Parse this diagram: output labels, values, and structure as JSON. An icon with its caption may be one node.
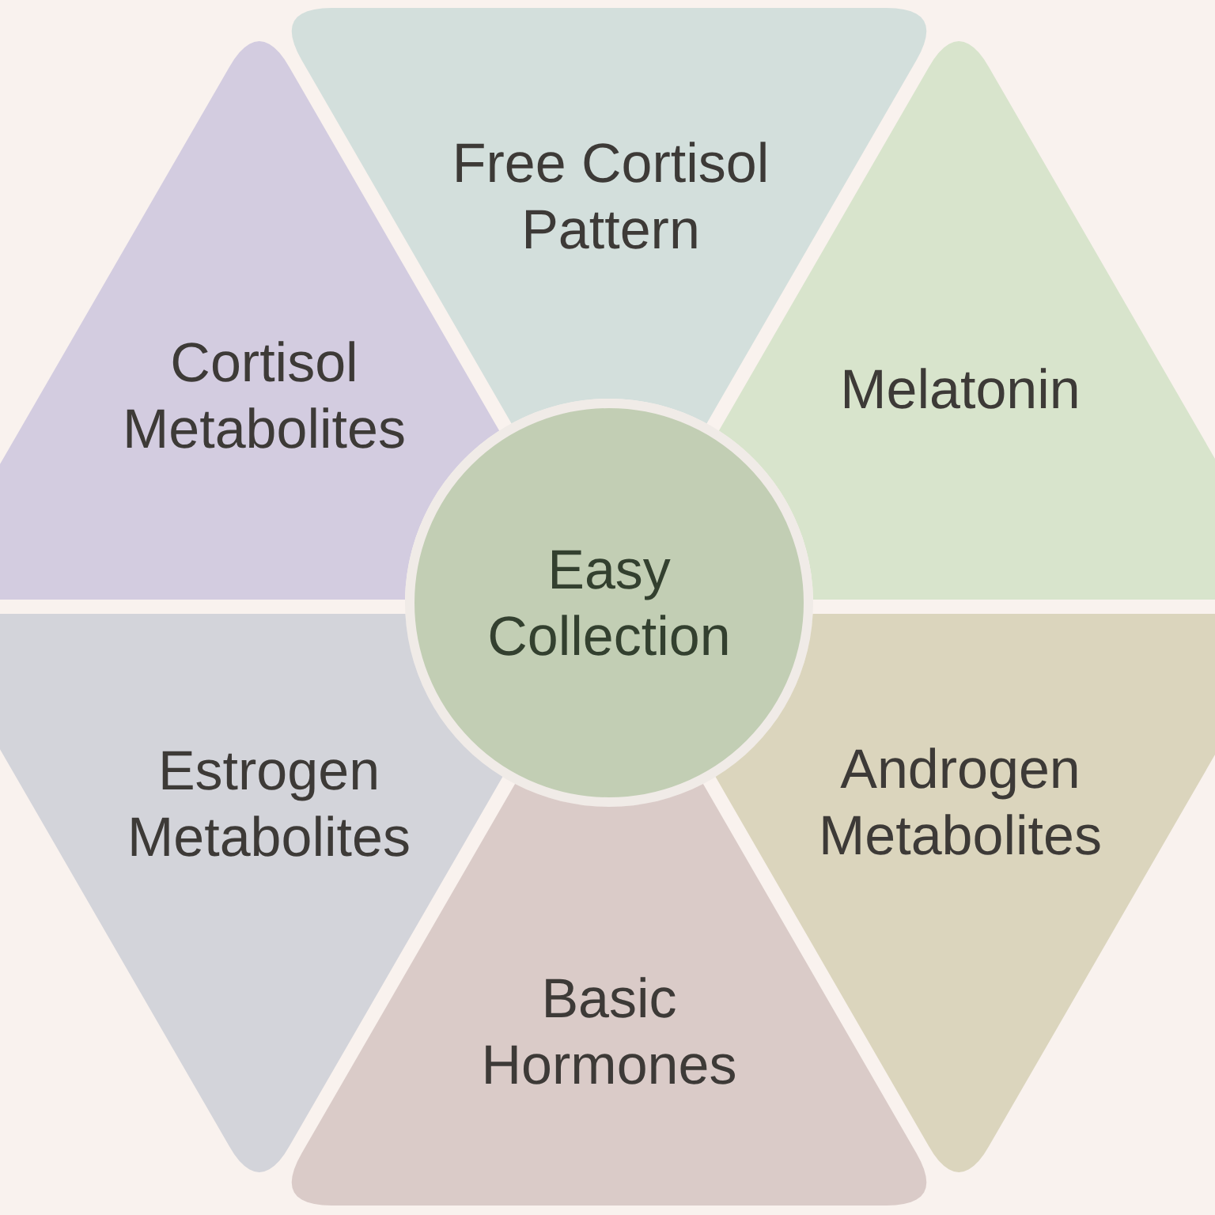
{
  "diagram": {
    "nodes": [
      {
        "text": [
          "Free Cortisol Pattern"
        ]
      },
      {
        "text": [
          "Cortisol Metabolites"
        ]
      },
      {
        "text": [
          "Melatonin"
        ]
      },
      {
        "text": [
          "Easy Collection"
        ]
      },
      {
        "text": [
          "Estrogen Metabolites"
        ]
      },
      {
        "text": [
          "Androgen Metabolites"
        ]
      },
      {
        "text": [
          "Basic Hormones"
        ]
      }
    ]
  }
}
